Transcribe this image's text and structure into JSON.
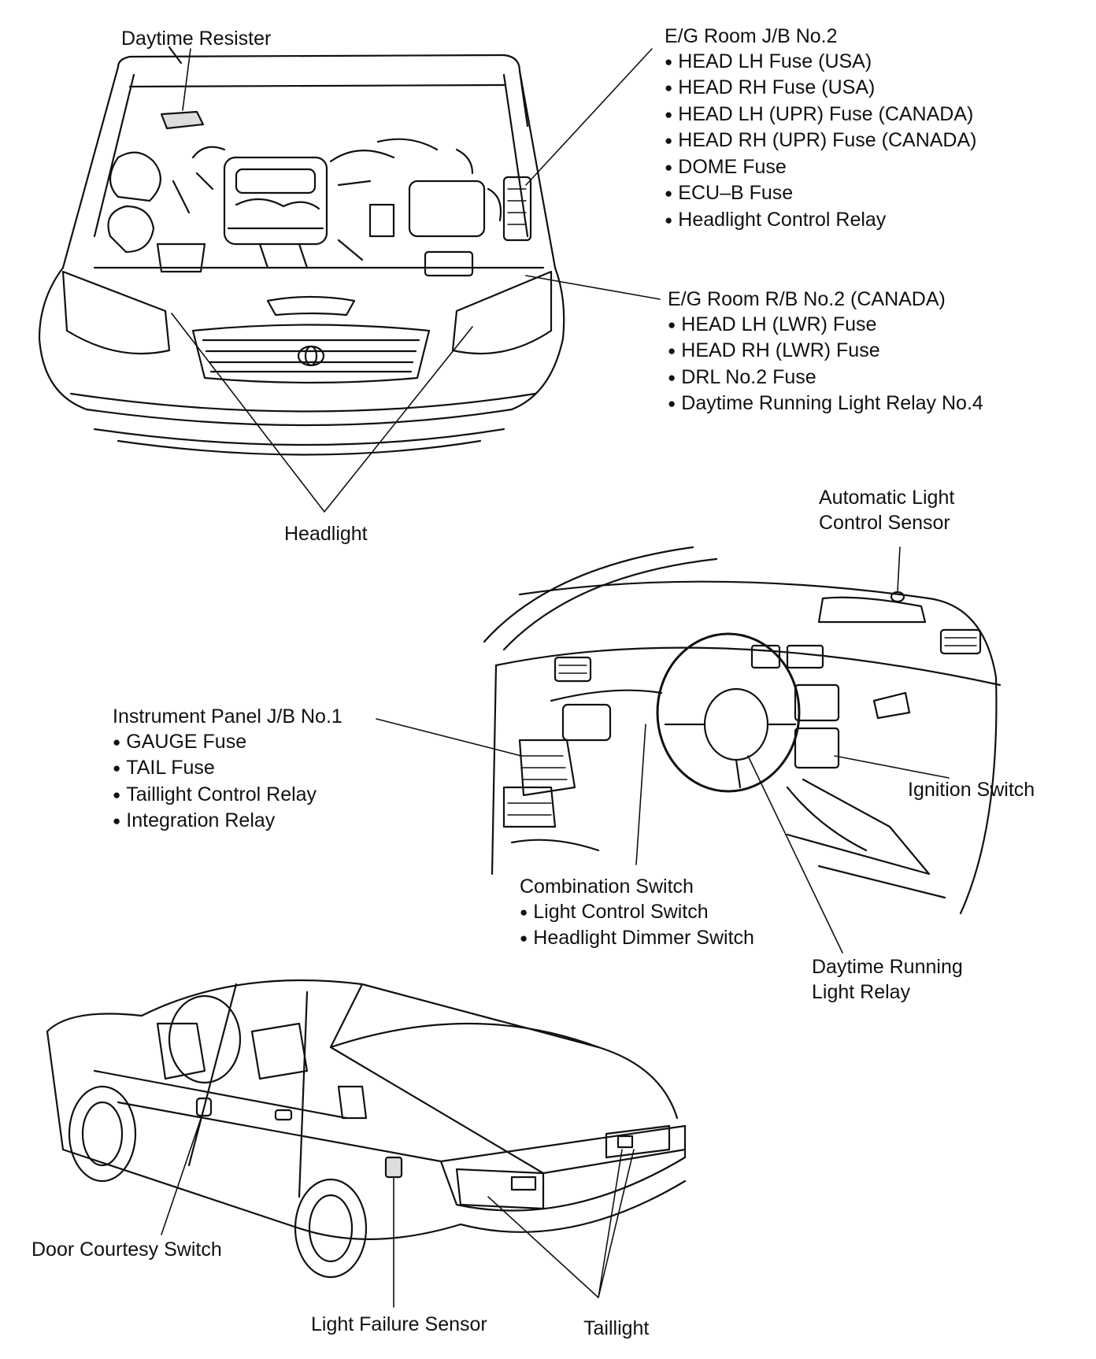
{
  "diagram": {
    "daytime_resister": "Daytime Resister",
    "eg_jb2": {
      "title": "E/G Room J/B No.2",
      "items": [
        "HEAD LH Fuse (USA)",
        "HEAD RH Fuse (USA)",
        "HEAD LH (UPR) Fuse (CANADA)",
        "HEAD RH (UPR) Fuse (CANADA)",
        "DOME Fuse",
        "ECU–B Fuse",
        "Headlight Control Relay"
      ]
    },
    "eg_rb2": {
      "title": "E/G Room R/B No.2 (CANADA)",
      "items": [
        "HEAD LH (LWR) Fuse",
        "HEAD RH (LWR) Fuse",
        "DRL No.2 Fuse",
        "Daytime Running Light Relay No.4"
      ]
    },
    "headlight": "Headlight",
    "auto_light_sensor": [
      "Automatic Light",
      "Control Sensor"
    ],
    "ip_jb1": {
      "title": "Instrument Panel J/B No.1",
      "items": [
        "GAUGE Fuse",
        "TAIL Fuse",
        "Taillight Control Relay",
        "Integration Relay"
      ]
    },
    "ignition_switch": "Ignition Switch",
    "combination_switch": {
      "title": "Combination Switch",
      "items": [
        "Light Control Switch",
        "Headlight Dimmer Switch"
      ]
    },
    "drl_relay": [
      "Daytime Running",
      "Light Relay"
    ],
    "door_courtesy_switch": "Door Courtesy Switch",
    "light_failure_sensor": "Light Failure Sensor",
    "taillight": "Taillight"
  }
}
